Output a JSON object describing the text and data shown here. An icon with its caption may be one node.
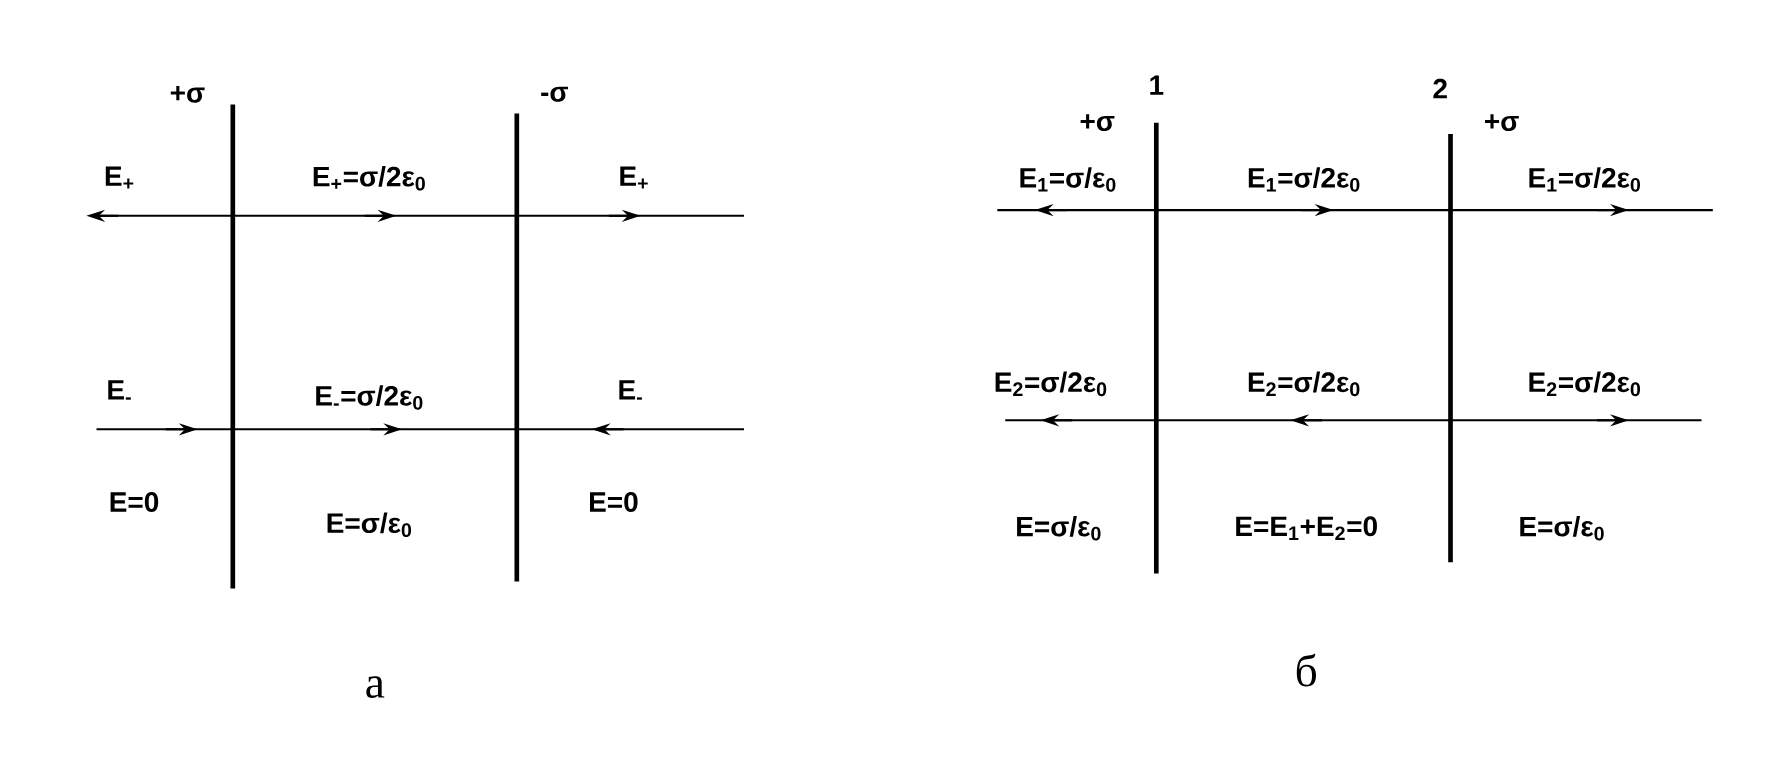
{
  "diagram": {
    "labels": [
      "+σ",
      "-σ",
      "E$_{+}$",
      "E$_{+}$=σ/2ε$_{0}$",
      "E$_{+}$",
      "E$_{-}$",
      "E$_{-}$=σ/2ε$_{0}$",
      "E$_{-}$",
      "E=0",
      "E=σ/ε$_{0}$",
      "E=0",
      "а",
      "1",
      "2",
      "+σ",
      "+σ",
      "E$_{1}$=σ/ε$_{0}$",
      "E$_{1}$=σ/2ε$_{0}$",
      "E$_{1}$=σ/2ε$_{0}$",
      "E$_{2}$=σ/2ε$_{0}$",
      "E$_{2}$=σ/2ε$_{0}$",
      "E$_{2}$=σ/2ε$_{0}$",
      "E=σ/ε$_{0}$",
      "E=E$_{1}$+E$_{2}$=0",
      "E=σ/ε$_{0}$",
      "б"
    ]
  }
}
